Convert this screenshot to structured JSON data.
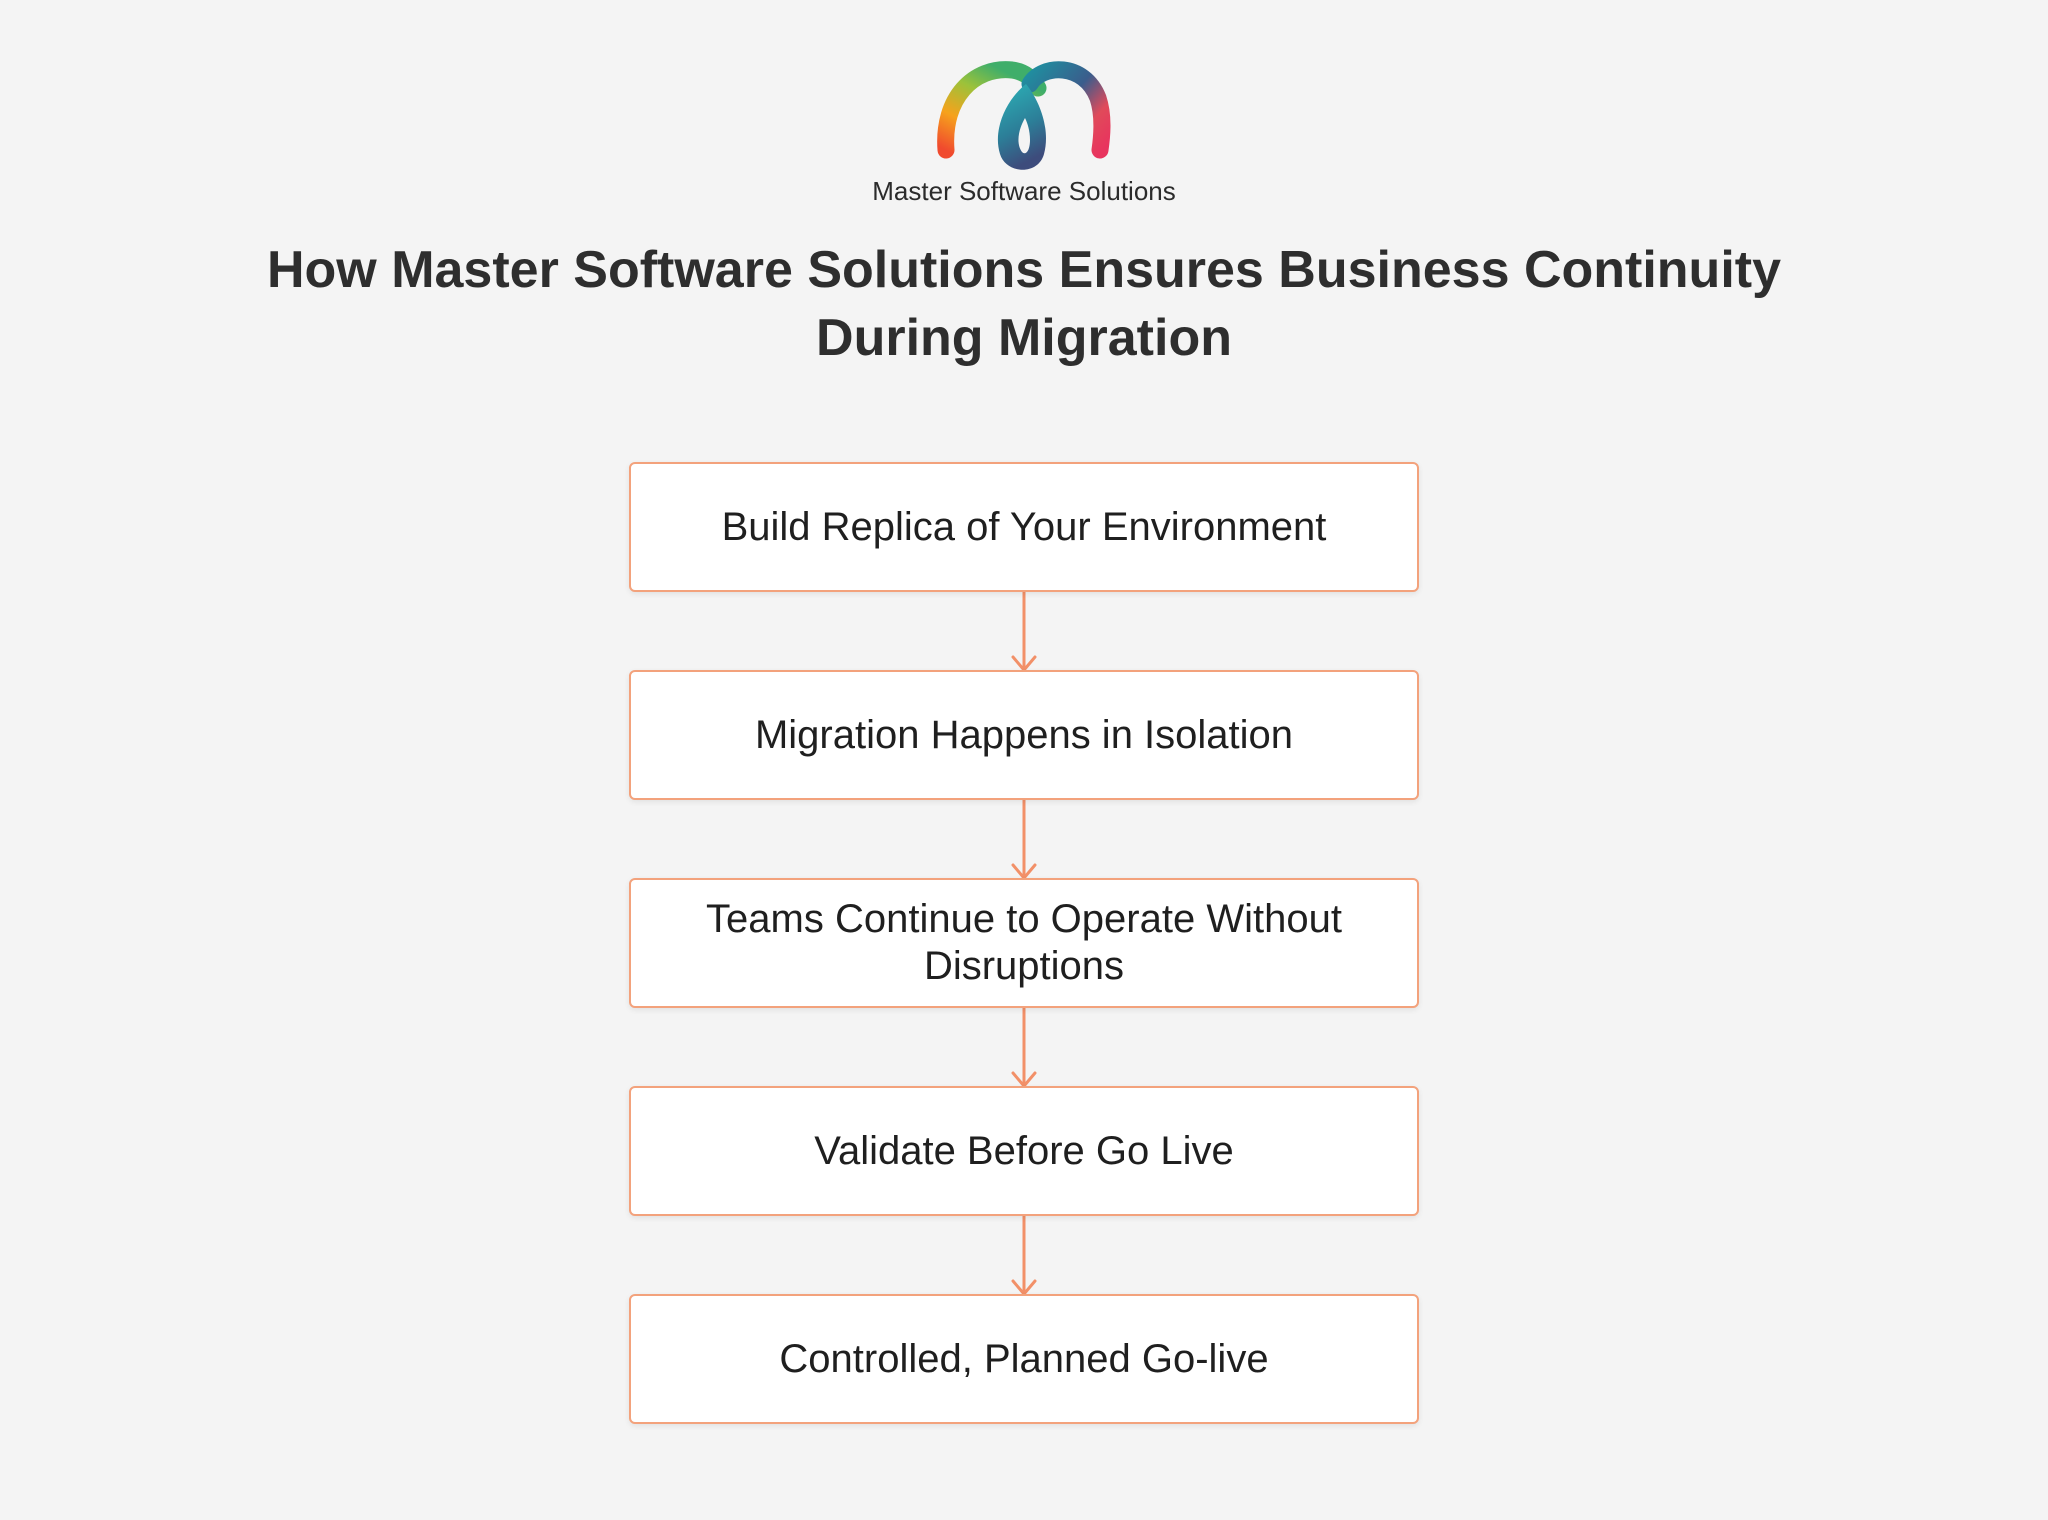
{
  "brand": {
    "name": "Master Software Solutions",
    "logo_icon": "rainbow-loop-logo"
  },
  "title": "How Master Software Solutions Ensures Business Continuity During Migration",
  "steps": [
    {
      "label": "Build Replica of Your Environment"
    },
    {
      "label": "Migration Happens in Isolation"
    },
    {
      "label": "Teams Continue to Operate Without Disruptions"
    },
    {
      "label": "Validate Before Go Live"
    },
    {
      "label": "Controlled, Planned Go-live"
    }
  ],
  "colors": {
    "background": "#f4f4f4",
    "box_border": "#f3a27c",
    "arrow": "#f29068",
    "title_text": "#2e2e2e"
  }
}
